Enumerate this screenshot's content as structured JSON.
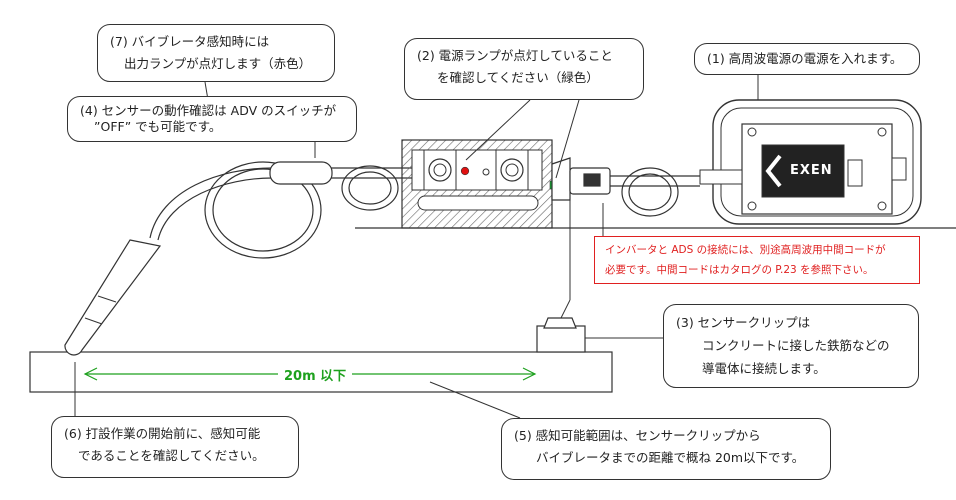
{
  "callouts": {
    "c7": {
      "line1": "(7) バイブレータ感知時には",
      "line2": "出力ランプが点灯します（赤色）"
    },
    "c2": {
      "line1": "(2) 電源ランプが点灯していること",
      "line2": "を確認してください（緑色）"
    },
    "c1": {
      "line1": "(1) 高周波電源の電源を入れます。"
    },
    "c4": {
      "line1": "(4) センサーの動作確認は ADV のスイッチが",
      "line2": "”OFF” でも可能です。"
    },
    "c3": {
      "line1": "(3) センサークリップは",
      "line2": "コンクリートに接した鉄筋などの",
      "line3": "導電体に接続します。"
    },
    "c6": {
      "line1": "(6) 打設作業の開始前に、感知可能",
      "line2": "であることを確認してください。"
    },
    "c5": {
      "line1": "(5) 感知可能範囲は、センサークリップから",
      "line2": "バイブレータまでの距離で概ね 20m以下です。"
    }
  },
  "note": {
    "line1": "インバータと ADS の接続には、別途高周波用中間コードが",
    "line2": "必要です。中間コードはカタログの P.23 を参照下さい。"
  },
  "distance_label": "20m 以下",
  "logo": "EXEN",
  "colors": {
    "note_red": "#e02020",
    "distance_green": "#1ea11e",
    "lamp_red": "#e01010",
    "lamp_green": "#10b030"
  }
}
